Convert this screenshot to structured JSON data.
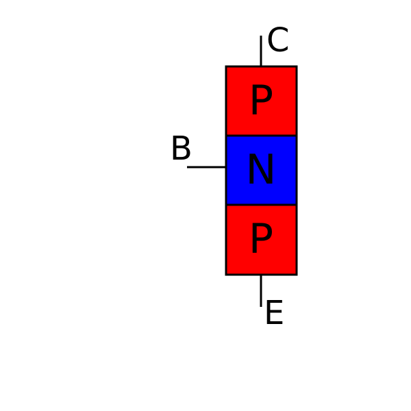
{
  "diagram": {
    "layers": [
      {
        "label": "P",
        "color": "#ff0000"
      },
      {
        "label": "N",
        "color": "#0000ff"
      },
      {
        "label": "P",
        "color": "#ff0000"
      }
    ],
    "terminals": {
      "collector": "C",
      "base": "B",
      "emitter": "E"
    },
    "outline_color": "#000000"
  }
}
